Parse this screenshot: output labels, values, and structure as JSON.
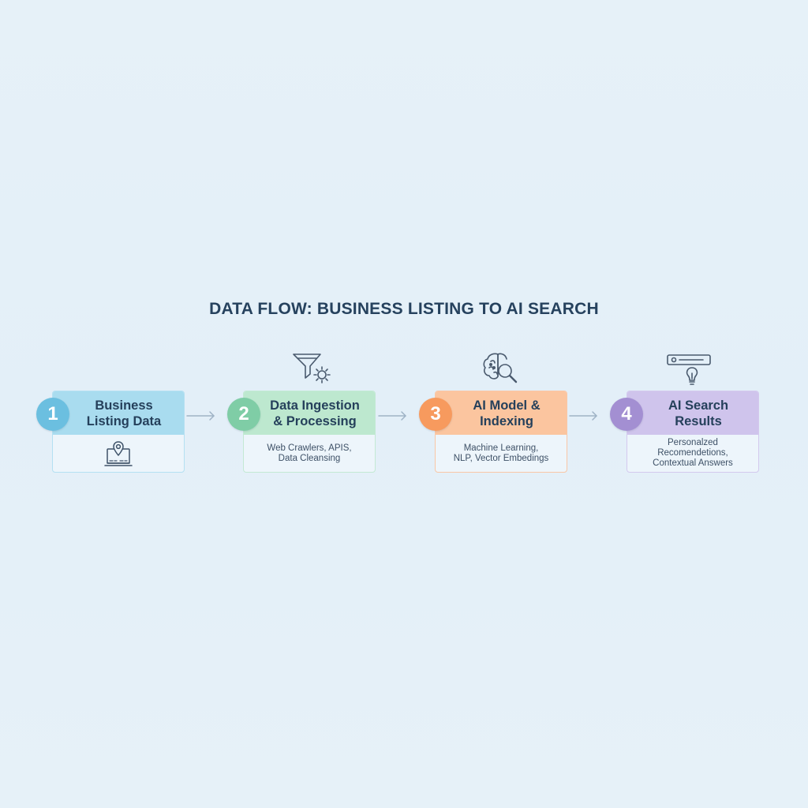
{
  "title": "DATA FLOW: BUSINESS LISTING TO AI SEARCH",
  "steps": [
    {
      "number": "1",
      "title": "Business\nListing Data",
      "description": "",
      "icon": "location-pin-laptop-icon",
      "color": "#6bbfe0",
      "head_color": "#a9dcef",
      "border_color": "#b4e0f2"
    },
    {
      "number": "2",
      "title": "Data Ingestion\n& Processing",
      "description": "Web Crawlers, APIS,\nData Cleansing",
      "icon": "funnel-gear-icon",
      "color": "#7fcda6",
      "head_color": "#bde8cf",
      "border_color": "#c3e9d4"
    },
    {
      "number": "3",
      "title": "AI Model &\nIndexing",
      "description": "Machine Learning,\nNLP, Vector Embedings",
      "icon": "brain-magnifier-icon",
      "color": "#f79a5e",
      "head_color": "#fbc59f",
      "border_color": "#f9c7a6"
    },
    {
      "number": "4",
      "title": "AI Search\nResults",
      "description": "Personalzed\nRecomendetions,\nContextual Answers",
      "icon": "search-bar-lightbulb-icon",
      "color": "#a38fd2",
      "head_color": "#cfc4ec",
      "border_color": "#d3c9ee"
    }
  ]
}
